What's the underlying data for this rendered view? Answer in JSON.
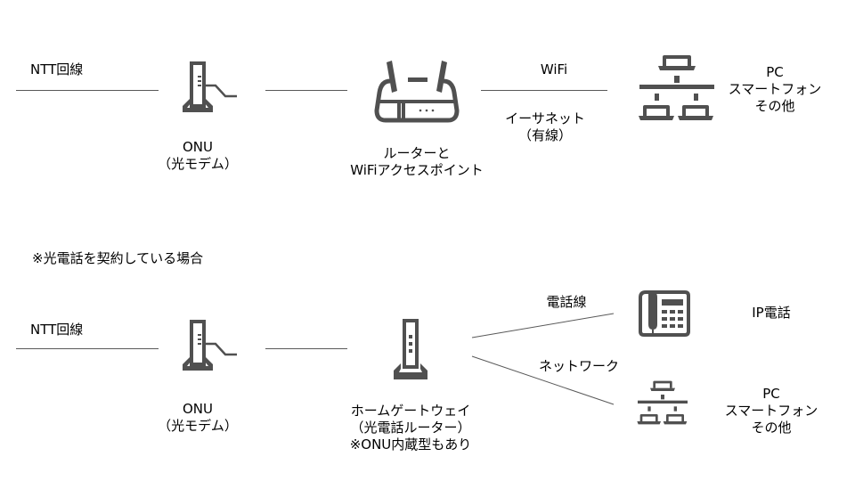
{
  "colors": {
    "icon": "#505050",
    "line": "#595959",
    "text": "#000000",
    "background": "#ffffff"
  },
  "top_diagram": {
    "line_label": "NTT回線",
    "onu": {
      "icon": "onu-modem-icon",
      "label_lines": [
        "ONU",
        "（光モデム）"
      ]
    },
    "router": {
      "icon": "wifi-router-icon",
      "label_lines": [
        "ルーターと",
        "WiFiアクセスポイント"
      ]
    },
    "link_wifi": "WiFi",
    "link_ethernet_lines": [
      "イーサネット",
      "（有線）"
    ],
    "devices": {
      "icon": "network-devices-icon",
      "label_lines": [
        "PC",
        "スマートフォン",
        "その他"
      ]
    }
  },
  "note": "※光電話を契約している場合",
  "bottom_diagram": {
    "line_label": "NTT回線",
    "onu": {
      "icon": "onu-modem-icon",
      "label_lines": [
        "ONU",
        "（光モデム）"
      ]
    },
    "gateway": {
      "icon": "home-gateway-icon",
      "label_lines": [
        "ホームゲートウェイ",
        "（光電話ルーター）",
        "※ONU内蔵型もあり"
      ]
    },
    "link_phone": "電話線",
    "link_network": "ネットワーク",
    "ip_phone": {
      "icon": "ip-phone-icon",
      "label": "IP電話"
    },
    "devices": {
      "icon": "network-devices-icon",
      "label_lines": [
        "PC",
        "スマートフォン",
        "その他"
      ]
    }
  }
}
